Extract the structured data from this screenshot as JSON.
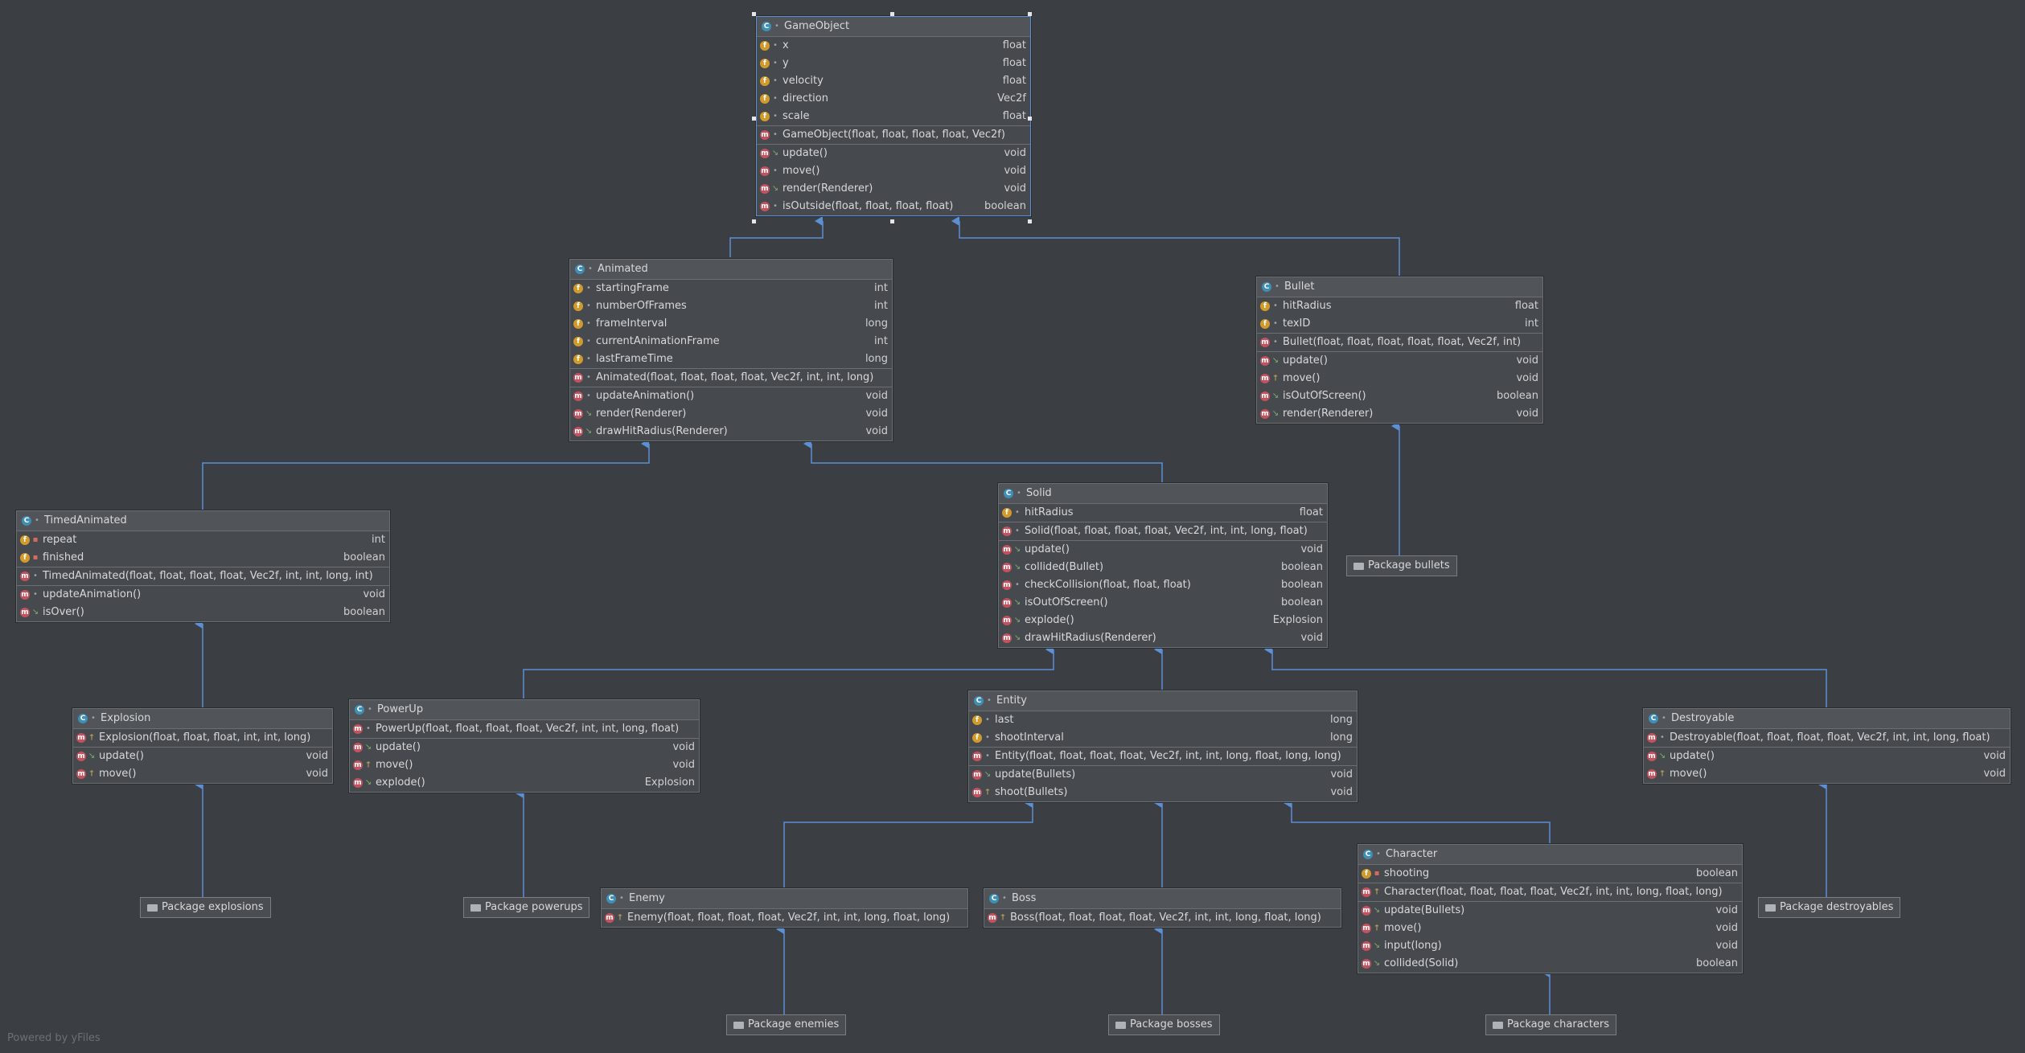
{
  "footer": "Powered by yFiles",
  "classes": [
    {
      "id": "gameobject",
      "title": "GameObject",
      "sections": [
        [
          {
            "kind": "f",
            "vis": "pkg",
            "name": "x",
            "type": "float"
          },
          {
            "kind": "f",
            "vis": "pkg",
            "name": "y",
            "type": "float"
          },
          {
            "kind": "f",
            "vis": "pkg",
            "name": "velocity",
            "type": "float"
          },
          {
            "kind": "f",
            "vis": "pkg",
            "name": "direction",
            "type": "Vec2f"
          },
          {
            "kind": "f",
            "vis": "pkg",
            "name": "scale",
            "type": "float"
          }
        ],
        [
          {
            "kind": "m",
            "vis": "pkg",
            "name": "GameObject(float, float, float, float, Vec2f)",
            "type": ""
          }
        ],
        [
          {
            "kind": "m",
            "vis": "pub",
            "name": "update()",
            "type": "void"
          },
          {
            "kind": "m",
            "vis": "pkg",
            "name": "move()",
            "type": "void"
          },
          {
            "kind": "m",
            "vis": "pub",
            "name": "render(Renderer)",
            "type": "void"
          },
          {
            "kind": "m",
            "vis": "pkg",
            "name": "isOutside(float, float, float, float)",
            "type": "boolean"
          }
        ]
      ]
    },
    {
      "id": "animated",
      "title": "Animated",
      "sections": [
        [
          {
            "kind": "f",
            "vis": "pkg",
            "name": "startingFrame",
            "type": "int"
          },
          {
            "kind": "f",
            "vis": "pkg",
            "name": "numberOfFrames",
            "type": "int"
          },
          {
            "kind": "f",
            "vis": "pkg",
            "name": "frameInterval",
            "type": "long"
          },
          {
            "kind": "f",
            "vis": "pkg",
            "name": "currentAnimationFrame",
            "type": "int"
          },
          {
            "kind": "f",
            "vis": "pkg",
            "name": "lastFrameTime",
            "type": "long"
          }
        ],
        [
          {
            "kind": "m",
            "vis": "pkg",
            "name": "Animated(float, float, float, float, Vec2f, int, int, long)",
            "type": ""
          }
        ],
        [
          {
            "kind": "m",
            "vis": "pkg",
            "name": "updateAnimation()",
            "type": "void"
          },
          {
            "kind": "m",
            "vis": "pub",
            "name": "render(Renderer)",
            "type": "void"
          },
          {
            "kind": "m",
            "vis": "pub",
            "name": "drawHitRadius(Renderer)",
            "type": "void"
          }
        ]
      ]
    },
    {
      "id": "bullet",
      "title": "Bullet",
      "sections": [
        [
          {
            "kind": "f",
            "vis": "pkg",
            "name": "hitRadius",
            "type": "float"
          },
          {
            "kind": "f",
            "vis": "pkg",
            "name": "texID",
            "type": "int"
          }
        ],
        [
          {
            "kind": "m",
            "vis": "pkg",
            "name": "Bullet(float, float, float, float, float, Vec2f, int)",
            "type": ""
          }
        ],
        [
          {
            "kind": "m",
            "vis": "pub",
            "name": "update()",
            "type": "void"
          },
          {
            "kind": "m",
            "vis": "prot",
            "name": "move()",
            "type": "void"
          },
          {
            "kind": "m",
            "vis": "pub",
            "name": "isOutOfScreen()",
            "type": "boolean"
          },
          {
            "kind": "m",
            "vis": "pub",
            "name": "render(Renderer)",
            "type": "void"
          }
        ]
      ]
    },
    {
      "id": "timedanimated",
      "title": "TimedAnimated",
      "sections": [
        [
          {
            "kind": "f",
            "vis": "priv",
            "name": "repeat",
            "type": "int"
          },
          {
            "kind": "f",
            "vis": "priv",
            "name": "finished",
            "type": "boolean"
          }
        ],
        [
          {
            "kind": "m",
            "vis": "pkg",
            "name": "TimedAnimated(float, float, float, float, Vec2f, int, int, long, int)",
            "type": ""
          }
        ],
        [
          {
            "kind": "m",
            "vis": "pkg",
            "name": "updateAnimation()",
            "type": "void"
          },
          {
            "kind": "m",
            "vis": "pub",
            "name": "isOver()",
            "type": "boolean"
          }
        ]
      ]
    },
    {
      "id": "solid",
      "title": "Solid",
      "sections": [
        [
          {
            "kind": "f",
            "vis": "pkg",
            "name": "hitRadius",
            "type": "float"
          }
        ],
        [
          {
            "kind": "m",
            "vis": "pkg",
            "name": "Solid(float, float, float, float, Vec2f, int, int, long, float)",
            "type": ""
          }
        ],
        [
          {
            "kind": "m",
            "vis": "pub",
            "name": "update()",
            "type": "void"
          },
          {
            "kind": "m",
            "vis": "pub",
            "name": "collided(Bullet)",
            "type": "boolean"
          },
          {
            "kind": "m",
            "vis": "pkg",
            "name": "checkCollision(float, float, float)",
            "type": "boolean"
          },
          {
            "kind": "m",
            "vis": "pub",
            "name": "isOutOfScreen()",
            "type": "boolean"
          },
          {
            "kind": "m",
            "vis": "pub",
            "name": "explode()",
            "type": "Explosion"
          },
          {
            "kind": "m",
            "vis": "pub",
            "name": "drawHitRadius(Renderer)",
            "type": "void"
          }
        ]
      ]
    },
    {
      "id": "explosion",
      "title": "Explosion",
      "sections": [
        [
          {
            "kind": "m",
            "vis": "prot",
            "name": "Explosion(float, float, float, int, int, long)",
            "type": ""
          }
        ],
        [
          {
            "kind": "m",
            "vis": "pub",
            "name": "update()",
            "type": "void"
          },
          {
            "kind": "m",
            "vis": "prot",
            "name": "move()",
            "type": "void"
          }
        ]
      ]
    },
    {
      "id": "powerup",
      "title": "PowerUp",
      "sections": [
        [
          {
            "kind": "m",
            "vis": "pkg",
            "name": "PowerUp(float, float, float, float, Vec2f, int, int, long, float)",
            "type": ""
          }
        ],
        [
          {
            "kind": "m",
            "vis": "pub",
            "name": "update()",
            "type": "void"
          },
          {
            "kind": "m",
            "vis": "prot",
            "name": "move()",
            "type": "void"
          },
          {
            "kind": "m",
            "vis": "pub",
            "name": "explode()",
            "type": "Explosion"
          }
        ]
      ]
    },
    {
      "id": "entity",
      "title": "Entity",
      "sections": [
        [
          {
            "kind": "f",
            "vis": "pkg",
            "name": "last",
            "type": "long"
          },
          {
            "kind": "f",
            "vis": "pkg",
            "name": "shootInterval",
            "type": "long"
          }
        ],
        [
          {
            "kind": "m",
            "vis": "pkg",
            "name": "Entity(float, float, float, float, Vec2f, int, int, long, float, long, long)",
            "type": ""
          }
        ],
        [
          {
            "kind": "m",
            "vis": "pub",
            "name": "update(Bullets)",
            "type": "void"
          },
          {
            "kind": "m",
            "vis": "prot",
            "name": "shoot(Bullets)",
            "type": "void"
          }
        ]
      ]
    },
    {
      "id": "destroyable",
      "title": "Destroyable",
      "sections": [
        [
          {
            "kind": "m",
            "vis": "pkg",
            "name": "Destroyable(float, float, float, float, Vec2f, int, int, long, float)",
            "type": ""
          }
        ],
        [
          {
            "kind": "m",
            "vis": "pub",
            "name": "update()",
            "type": "void"
          },
          {
            "kind": "m",
            "vis": "prot",
            "name": "move()",
            "type": "void"
          }
        ]
      ]
    },
    {
      "id": "character",
      "title": "Character",
      "sections": [
        [
          {
            "kind": "f",
            "vis": "priv",
            "name": "shooting",
            "type": "boolean"
          }
        ],
        [
          {
            "kind": "m",
            "vis": "prot",
            "name": "Character(float, float, float, float, Vec2f, int, int, long, float, long)",
            "type": ""
          }
        ],
        [
          {
            "kind": "m",
            "vis": "pub",
            "name": "update(Bullets)",
            "type": "void"
          },
          {
            "kind": "m",
            "vis": "prot",
            "name": "move()",
            "type": "void"
          },
          {
            "kind": "m",
            "vis": "pub",
            "name": "input(long)",
            "type": "void"
          },
          {
            "kind": "m",
            "vis": "pub",
            "name": "collided(Solid)",
            "type": "boolean"
          }
        ]
      ]
    },
    {
      "id": "enemy",
      "title": "Enemy",
      "sections": [
        [
          {
            "kind": "m",
            "vis": "prot",
            "name": "Enemy(float, float, float, float, Vec2f, int, int, long, float, long)",
            "type": ""
          }
        ]
      ]
    },
    {
      "id": "boss",
      "title": "Boss",
      "sections": [
        [
          {
            "kind": "m",
            "vis": "prot",
            "name": "Boss(float, float, float, float, Vec2f, int, int, long, float, long)",
            "type": ""
          }
        ]
      ]
    }
  ],
  "packages": {
    "bullets": "Package bullets",
    "explosions": "Package explosions",
    "powerups": "Package powerups",
    "enemies": "Package enemies",
    "bosses": "Package bosses",
    "characters": "Package characters",
    "destroyables": "Package destroyables"
  },
  "colors": {
    "edge": "#5c8fd6",
    "background": "#3b3f43"
  }
}
